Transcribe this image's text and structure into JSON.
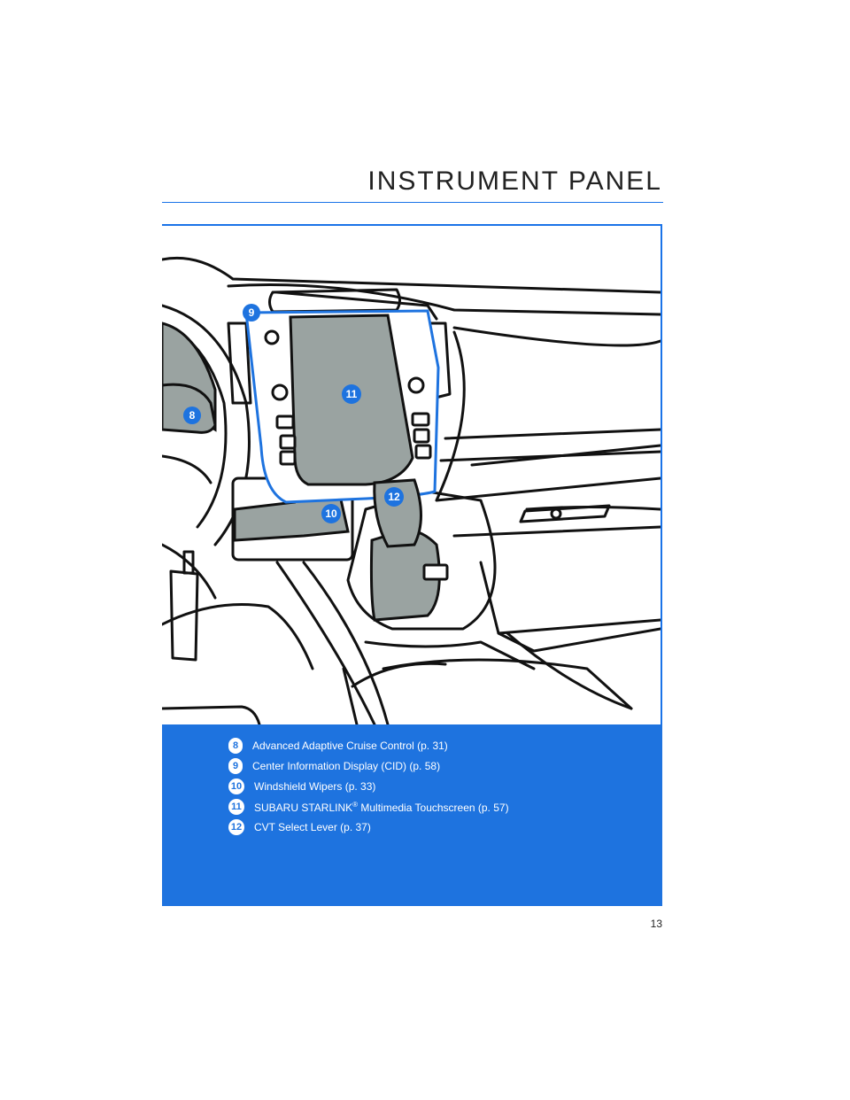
{
  "header": {
    "title": "INSTRUMENT PANEL"
  },
  "callouts": {
    "c8": "8",
    "c9": "9",
    "c10": "10",
    "c11": "11",
    "c12": "12"
  },
  "legend": [
    {
      "num": "8",
      "label": "Advanced Adaptive Cruise Control (p. 31)"
    },
    {
      "num": "9",
      "label": "Center Information Display (CID) (p. 58)"
    },
    {
      "num": "10",
      "label": "Windshield Wipers (p. 33)"
    },
    {
      "num": "11",
      "label_pre": "SUBARU STARLINK",
      "sup": "®",
      "label_post": " Multimedia Touchscreen (p. 57)"
    },
    {
      "num": "12",
      "label": "CVT Select Lever (p. 37)"
    }
  ],
  "footer": {
    "page_number": "13"
  },
  "colors": {
    "accent": "#1e73df",
    "display_fill": "#9aa3a1",
    "line": "#111111"
  }
}
